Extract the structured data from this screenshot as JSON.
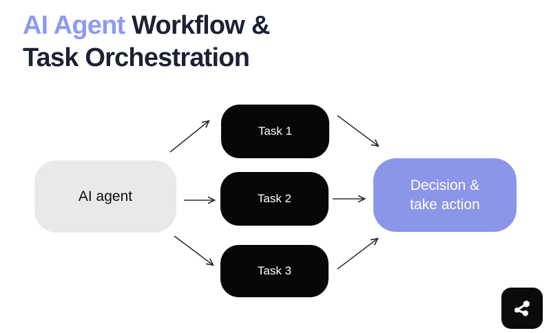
{
  "title": {
    "accent": "AI Agent",
    "line1_rest": " Workflow &",
    "line2": "Task Orchestration"
  },
  "nodes": {
    "agent": {
      "label": "AI agent"
    },
    "task1": {
      "label": "Task 1"
    },
    "task2": {
      "label": "Task 2"
    },
    "task3": {
      "label": "Task 3"
    },
    "decision": {
      "label_line1": "Decision &",
      "label_line2": "take action"
    }
  },
  "icons": {
    "share": "share-network-icon"
  },
  "colors": {
    "title_dark": "#1c2133",
    "title_accent": "#8c9bf0",
    "agent_box_bg": "#e9e9e9",
    "task_box_bg": "#070707",
    "decision_box_bg": "#8b96e8",
    "arrow": "#2b2b2b",
    "background": "#ffffff"
  }
}
